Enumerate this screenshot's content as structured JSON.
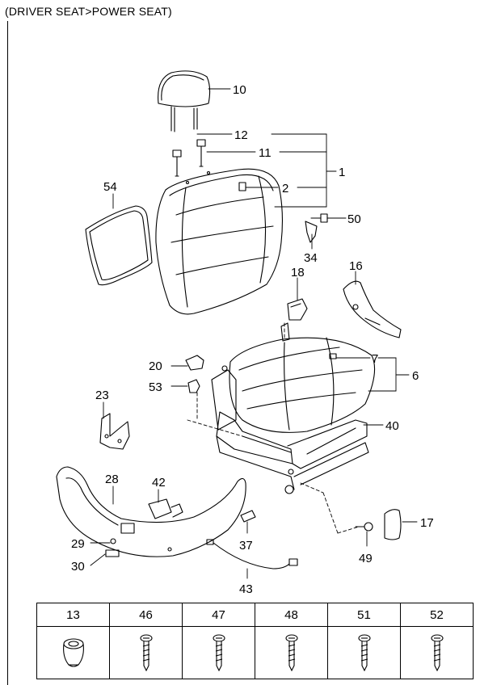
{
  "header": {
    "title": "(DRIVER SEAT>POWER SEAT)"
  },
  "callouts": [
    {
      "id": "c10",
      "text": "10"
    },
    {
      "id": "c12",
      "text": "12"
    },
    {
      "id": "c11",
      "text": "11"
    },
    {
      "id": "c1",
      "text": "1"
    },
    {
      "id": "c54",
      "text": "54"
    },
    {
      "id": "c2",
      "text": "2"
    },
    {
      "id": "c50",
      "text": "50"
    },
    {
      "id": "c34",
      "text": "34"
    },
    {
      "id": "c16",
      "text": "16"
    },
    {
      "id": "c18",
      "text": "18"
    },
    {
      "id": "c20",
      "text": "20"
    },
    {
      "id": "c7",
      "text": "7"
    },
    {
      "id": "c6",
      "text": "6"
    },
    {
      "id": "c53",
      "text": "53"
    },
    {
      "id": "c23",
      "text": "23"
    },
    {
      "id": "c40",
      "text": "40"
    },
    {
      "id": "c28",
      "text": "28"
    },
    {
      "id": "c42",
      "text": "42"
    },
    {
      "id": "c17",
      "text": "17"
    },
    {
      "id": "c37",
      "text": "37"
    },
    {
      "id": "c29",
      "text": "29"
    },
    {
      "id": "c30",
      "text": "30"
    },
    {
      "id": "c49",
      "text": "49"
    },
    {
      "id": "c43",
      "text": "43"
    }
  ],
  "parts_table": {
    "columns": [
      "13",
      "46",
      "47",
      "48",
      "51",
      "52"
    ],
    "icons": [
      "clip-icon",
      "screw-icon",
      "screw-icon",
      "screw-icon",
      "screw-icon",
      "screw-icon"
    ]
  }
}
